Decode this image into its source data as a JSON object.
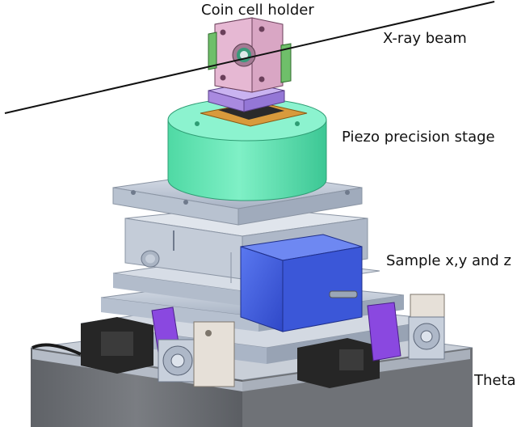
{
  "labels": {
    "coin_cell_holder": "Coin cell holder",
    "xray_beam": "X-ray beam",
    "piezo_stage": "Piezo precision stage",
    "sample_xyz": "Sample x,y and z",
    "theta": "Theta"
  },
  "colors": {
    "background": "#ffffff",
    "holder_pink": "#d9a6c4",
    "holder_purple": "#b99be8",
    "piezo_green": "#5ee3b0",
    "motor_blue": "#3f5fe0",
    "bracket_purple": "#8a48e0",
    "metal_light": "#cfd6e2",
    "metal_mid": "#aab5c6",
    "metal_dark": "#7a889c",
    "base_grey": "#6b6e73",
    "motor_black": "#262626",
    "orange_plate": "#d89a3c",
    "beam_line": "#111111"
  }
}
